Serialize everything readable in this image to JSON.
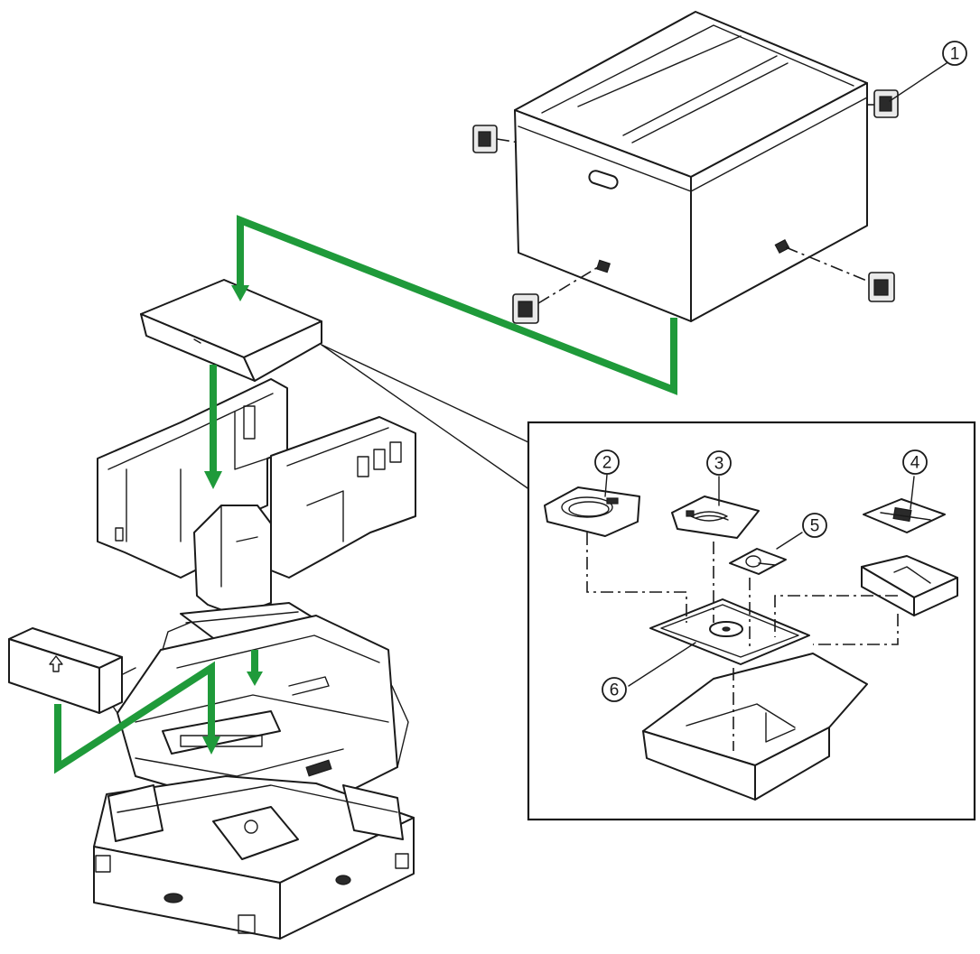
{
  "callouts": [
    {
      "id": "1",
      "label": "1"
    },
    {
      "id": "2",
      "label": "2"
    },
    {
      "id": "3",
      "label": "3"
    },
    {
      "id": "4",
      "label": "4"
    },
    {
      "id": "5",
      "label": "5"
    },
    {
      "id": "6",
      "label": "6"
    }
  ],
  "colors": {
    "arrow": "#1f9a3a",
    "line": "#1a1a1a",
    "background": "#ffffff"
  }
}
